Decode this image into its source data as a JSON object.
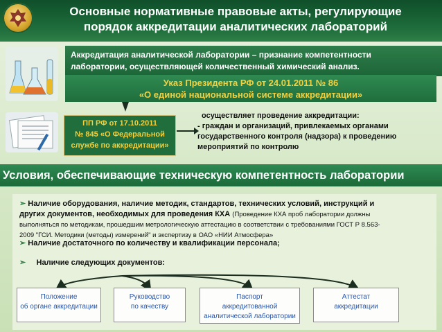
{
  "title": {
    "line1": "Основные нормативные правовые акты, регулирующие",
    "line2": "порядок аккредитации аналитических лабораторий"
  },
  "intro": {
    "line1": "Аккредитация аналитической лаборатории – признание компетентности",
    "line2": "лаборатории, осуществляющей количественный химический анализ."
  },
  "decree": {
    "line1": "Указ Президента РФ от 24.01.2011 № 86",
    "line2": "«О единой национальной системе аккредитации»"
  },
  "pp": {
    "line1": "ПП РФ от 17.10.2011",
    "line2": "№ 845 «О Федеральной",
    "line3": "службе по аккредитации»"
  },
  "implements": {
    "line1": "осуществляет проведение аккредитации:",
    "line2": "- граждан и организаций, привлекаемых органами",
    "line3": "государственного контроля (надзора) к проведению",
    "line4": "мероприятий по контролю"
  },
  "conditions_title": "Условия, обеспечивающие техническую компетентность лаборатории",
  "conditions": {
    "item1": {
      "bold1": "Наличие оборудования, наличие методик, стандартов, технических условий, инструкций и",
      "bold2": "других документов, необходимых для проведения КХА",
      "note1": "(Проведение КХА проб лаборатории должны",
      "note2": "выполняться по методикам, прошедшим метрологическую аттестацию в соответствии с требованиями ГОСТ Р 8.563-",
      "note3": "2009 \"ГСИ. Методики (методы) измерений\" и экспертизу в ОАО «НИИ Атмосфера»"
    },
    "item2": "Наличие достаточного по количеству и квалификации персонала;",
    "item3": "Наличие следующих документов:"
  },
  "documents": [
    {
      "line1": "Положение",
      "line2": "об органе аккредитации"
    },
    {
      "line1": "Руководство",
      "line2": "по качеству"
    },
    {
      "line1": "Паспорт",
      "line2": "аккредитованной",
      "line3": "аналитической лаборатории"
    },
    {
      "line1": "Аттестат",
      "line2": "аккредитации"
    }
  ],
  "colors": {
    "header_green": "#1f6e3c",
    "accent_yellow": "#f4d03f",
    "document_text": "#2a55a8"
  }
}
